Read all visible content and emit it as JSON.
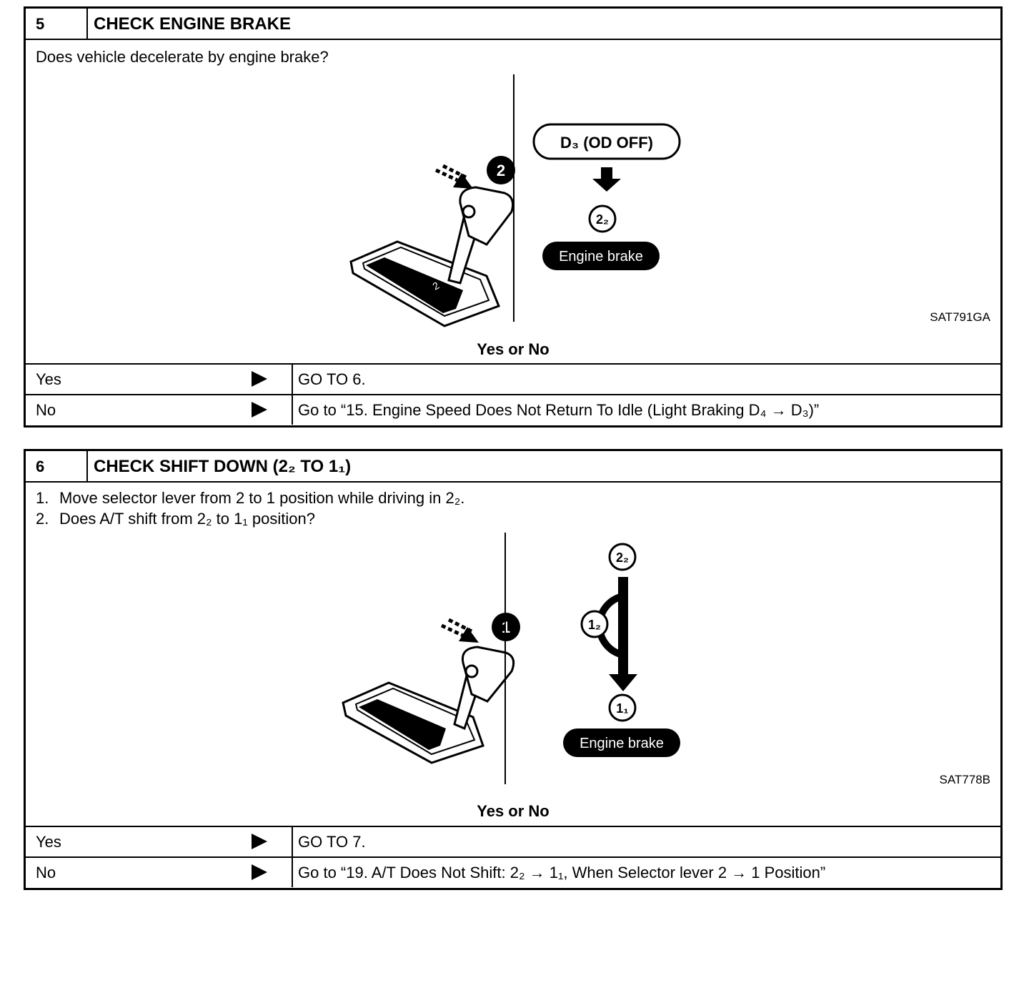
{
  "steps": [
    {
      "number": "5",
      "title": "CHECK ENGINE BRAKE",
      "instructions": [
        "Does vehicle decelerate by engine brake?"
      ],
      "figure": {
        "lever_marker": "2",
        "mode_label": "D₃ (OD OFF)",
        "gear_label": "2₂",
        "result_label": "Engine brake",
        "code": "SAT791GA"
      },
      "prompt": "Yes or No",
      "answers": [
        {
          "label": "Yes",
          "action": "GO TO 6."
        },
        {
          "label": "No",
          "action": "Go to “15. Engine Speed Does Not Return To Idle (Light Braking D₄ → D₃)”"
        }
      ]
    },
    {
      "number": "6",
      "title": "CHECK SHIFT DOWN (2₂ TO 1₁)",
      "instructions": [
        {
          "n": "1.",
          "text": "Move selector lever from 2 to 1 position while driving in 2₂."
        },
        {
          "n": "2.",
          "text": "Does A/T shift from 2₂ to 1₁ position?"
        }
      ],
      "figure": {
        "lever_marker": "1",
        "top_gear_label": "2₂",
        "side_gear_label": "1₂",
        "bottom_gear_label": "1₁",
        "result_label": "Engine brake",
        "code": "SAT778B"
      },
      "prompt": "Yes or No",
      "answers": [
        {
          "label": "Yes",
          "action": "GO TO 7."
        },
        {
          "label": "No",
          "action": "Go to “19. A/T Does Not Shift: 2₂ → 1₁, When Selector lever 2 → 1 Position”"
        }
      ]
    }
  ]
}
